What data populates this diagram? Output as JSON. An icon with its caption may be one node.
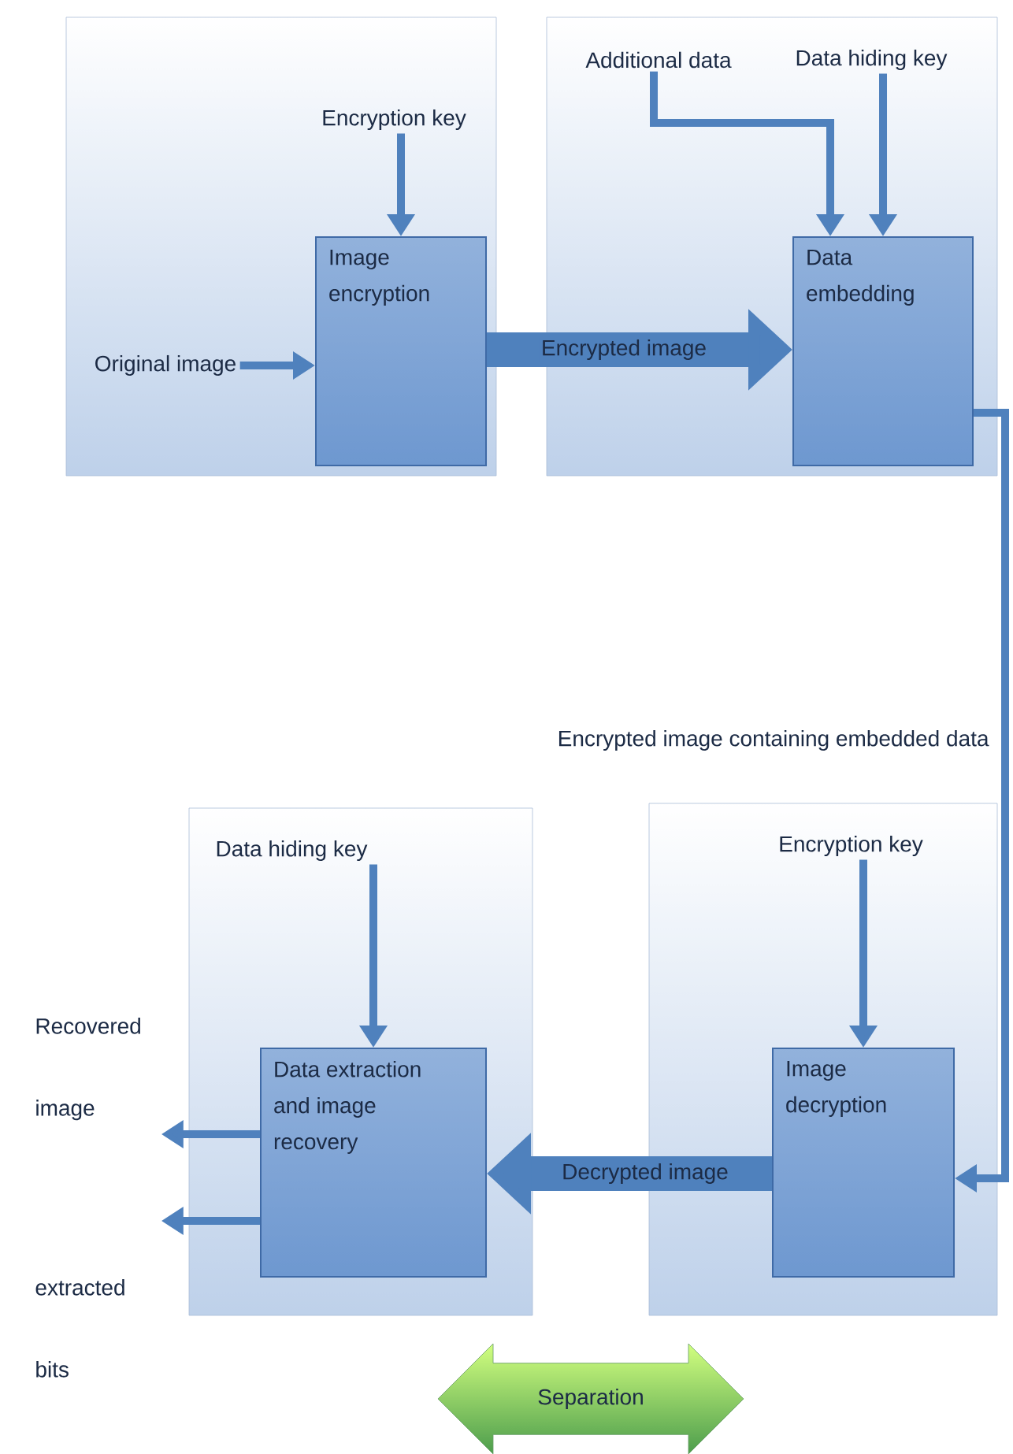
{
  "diagram": {
    "nodes": [
      {
        "text": [],
        "shape": "box"
      },
      {
        "text": [
          "Encryption key"
        ],
        "in": 0
      },
      {
        "text": [
          "Original image"
        ],
        "in": 0
      },
      {
        "text": [
          "Image encryption"
        ],
        "in": 0
      },
      {
        "text": [],
        "shape": "box"
      },
      {
        "text": [
          "Additional data"
        ],
        "in": 4
      },
      {
        "text": [
          "Data hiding key"
        ],
        "in": 4
      },
      {
        "text": [
          "Data embedding"
        ],
        "in": 4
      },
      {
        "text": [],
        "shape": "box"
      },
      {
        "text": [
          "Data hiding key"
        ],
        "in": 8
      },
      {
        "text": [
          "Data extraction and image recovery"
        ],
        "in": 8
      },
      {
        "text": [],
        "shape": "box"
      },
      {
        "text": [
          "Encryption key"
        ],
        "in": 11
      },
      {
        "text": [
          "Image decryption"
        ],
        "in": 11
      },
      {
        "text": [
          "Recovered image"
        ]
      },
      {
        "text": [
          "extracted bits"
        ]
      },
      {
        "text": [
          "Separation"
        ]
      }
    ],
    "edges": [
      {
        "from": 1,
        "to": 3,
        "arrow": "to"
      },
      {
        "from": 2,
        "to": 3,
        "arrow": "to"
      },
      {
        "from": 3,
        "to": 7,
        "arrow": "to",
        "label": "Encrypted image",
        "style": "thick"
      },
      {
        "from": 5,
        "to": 7,
        "arrow": "to"
      },
      {
        "from": 6,
        "to": 7,
        "arrow": "to"
      },
      {
        "from": 7,
        "to": 13,
        "arrow": "to",
        "label": "Encrypted image containing embedded data"
      },
      {
        "from": 9,
        "to": 10,
        "arrow": "to"
      },
      {
        "from": 12,
        "to": 13,
        "arrow": "to"
      },
      {
        "from": 13,
        "to": 10,
        "arrow": "to",
        "label": "Decrypted image",
        "style": "thick"
      },
      {
        "from": 10,
        "to": 14,
        "arrow": "to"
      },
      {
        "from": 10,
        "to": 15,
        "arrow": "to"
      }
    ]
  }
}
